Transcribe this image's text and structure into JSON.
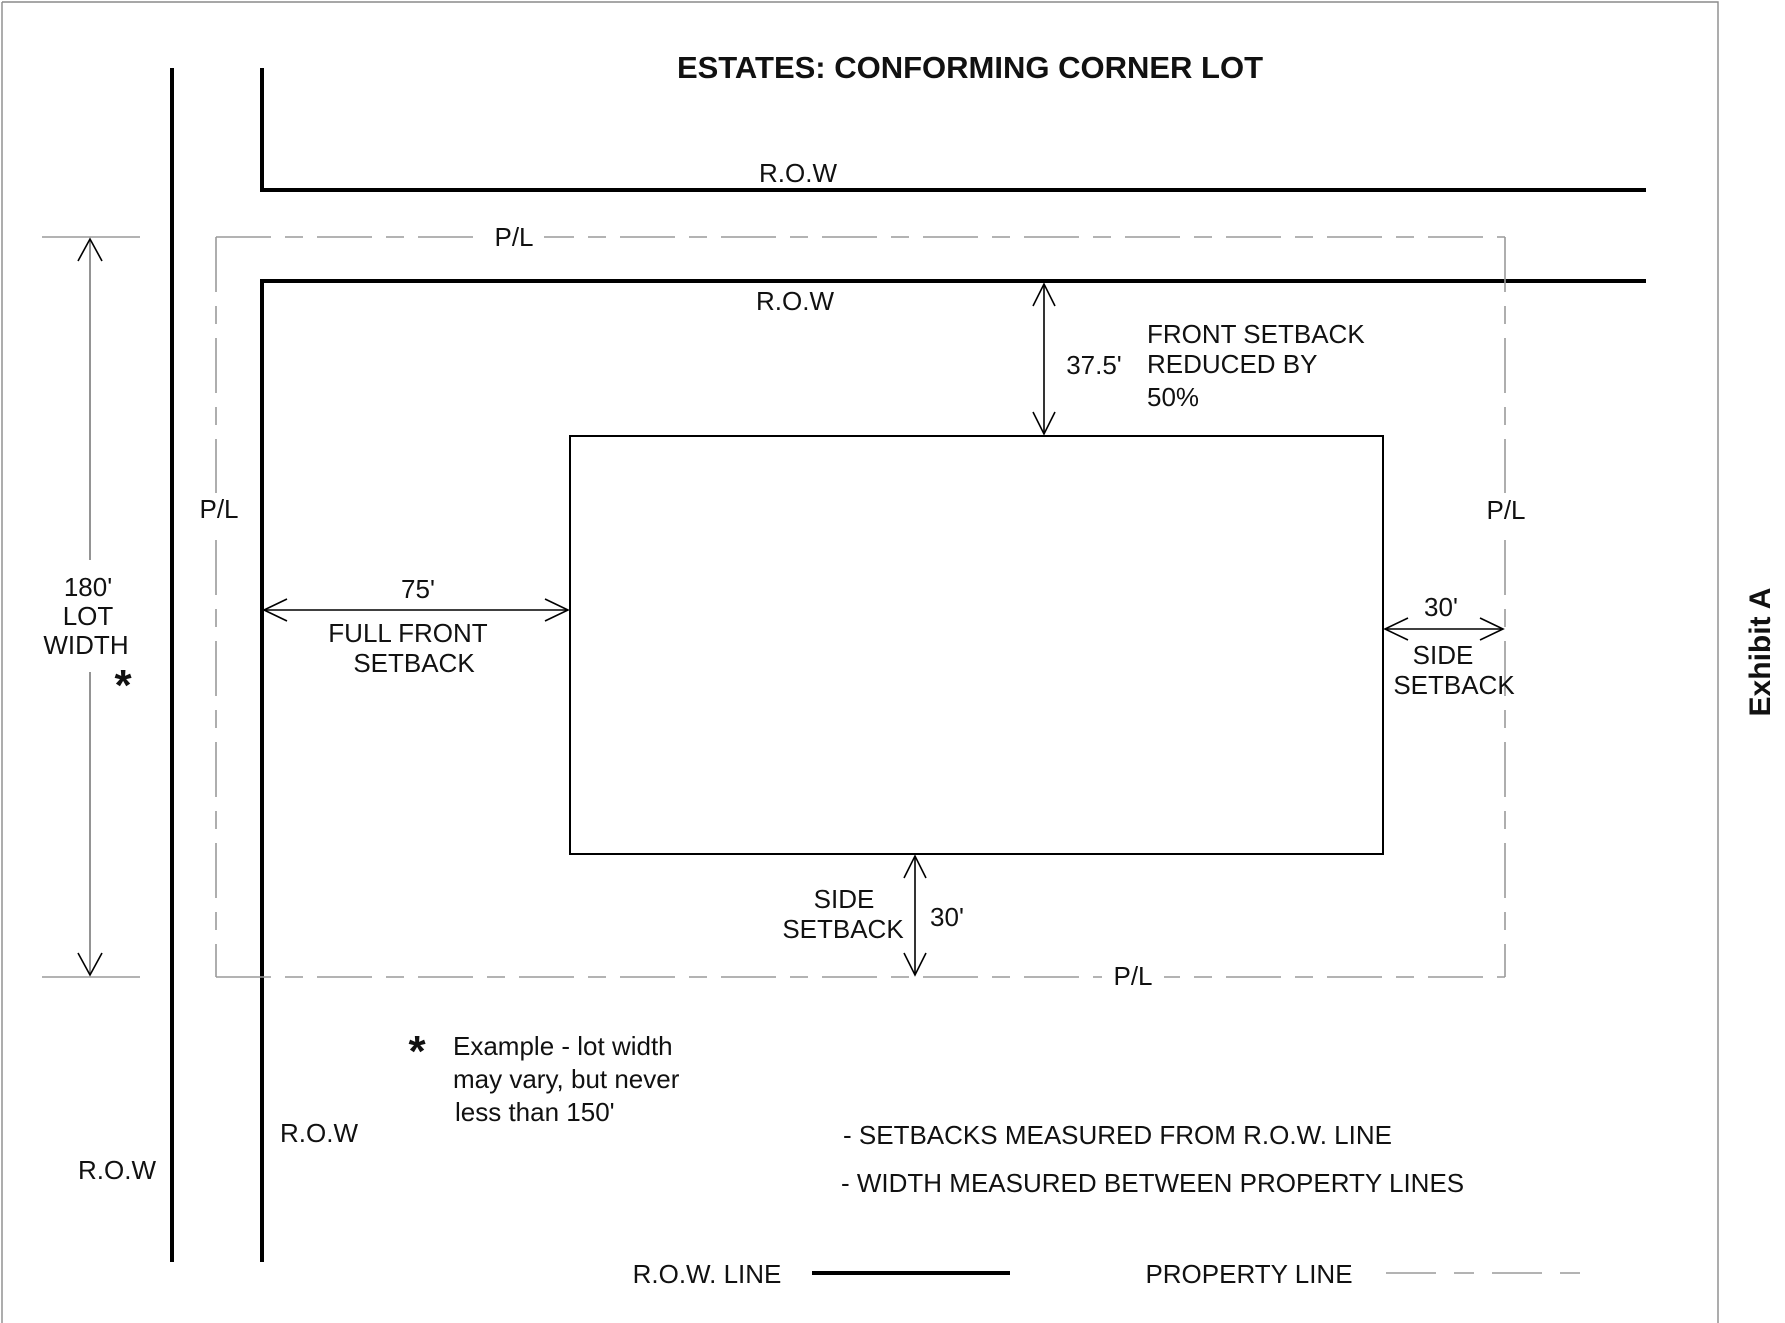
{
  "title": "ESTATES: CONFORMING CORNER LOT",
  "exhibit": "Exhibit A",
  "labels": {
    "row_top_outer": "R.O.W",
    "row_top_inner": "R.O.W",
    "row_left_outer": "R.O.W",
    "row_left_inner": "R.O.W",
    "pl_top": "P/L",
    "pl_left": "P/L",
    "pl_right": "P/L",
    "pl_bottom": "P/L"
  },
  "dimensions": {
    "lot_width": {
      "value": "180'",
      "line1": "LOT",
      "line2": "WIDTH",
      "mark": "*"
    },
    "front_setback_reduced": {
      "value": "37.5'",
      "line1": "FRONT SETBACK",
      "line2": "REDUCED BY",
      "line3": "50%"
    },
    "full_front_setback": {
      "value": "75'",
      "line1": "FULL FRONT",
      "line2": "SETBACK"
    },
    "side_setback_right": {
      "value": "30'",
      "line1": "SIDE",
      "line2": "SETBACK"
    },
    "side_setback_bottom": {
      "value": "30'",
      "line1": "SIDE",
      "line2": "SETBACK"
    }
  },
  "footnote": {
    "mark": "*",
    "line1": "Example - lot width",
    "line2": "may vary, but never",
    "line3": "less than 150'"
  },
  "notes": [
    "- SETBACKS MEASURED FROM R.O.W. LINE",
    "- WIDTH MEASURED BETWEEN PROPERTY LINES"
  ],
  "legend": {
    "row_line": "R.O.W. LINE",
    "property_line": "PROPERTY LINE"
  }
}
